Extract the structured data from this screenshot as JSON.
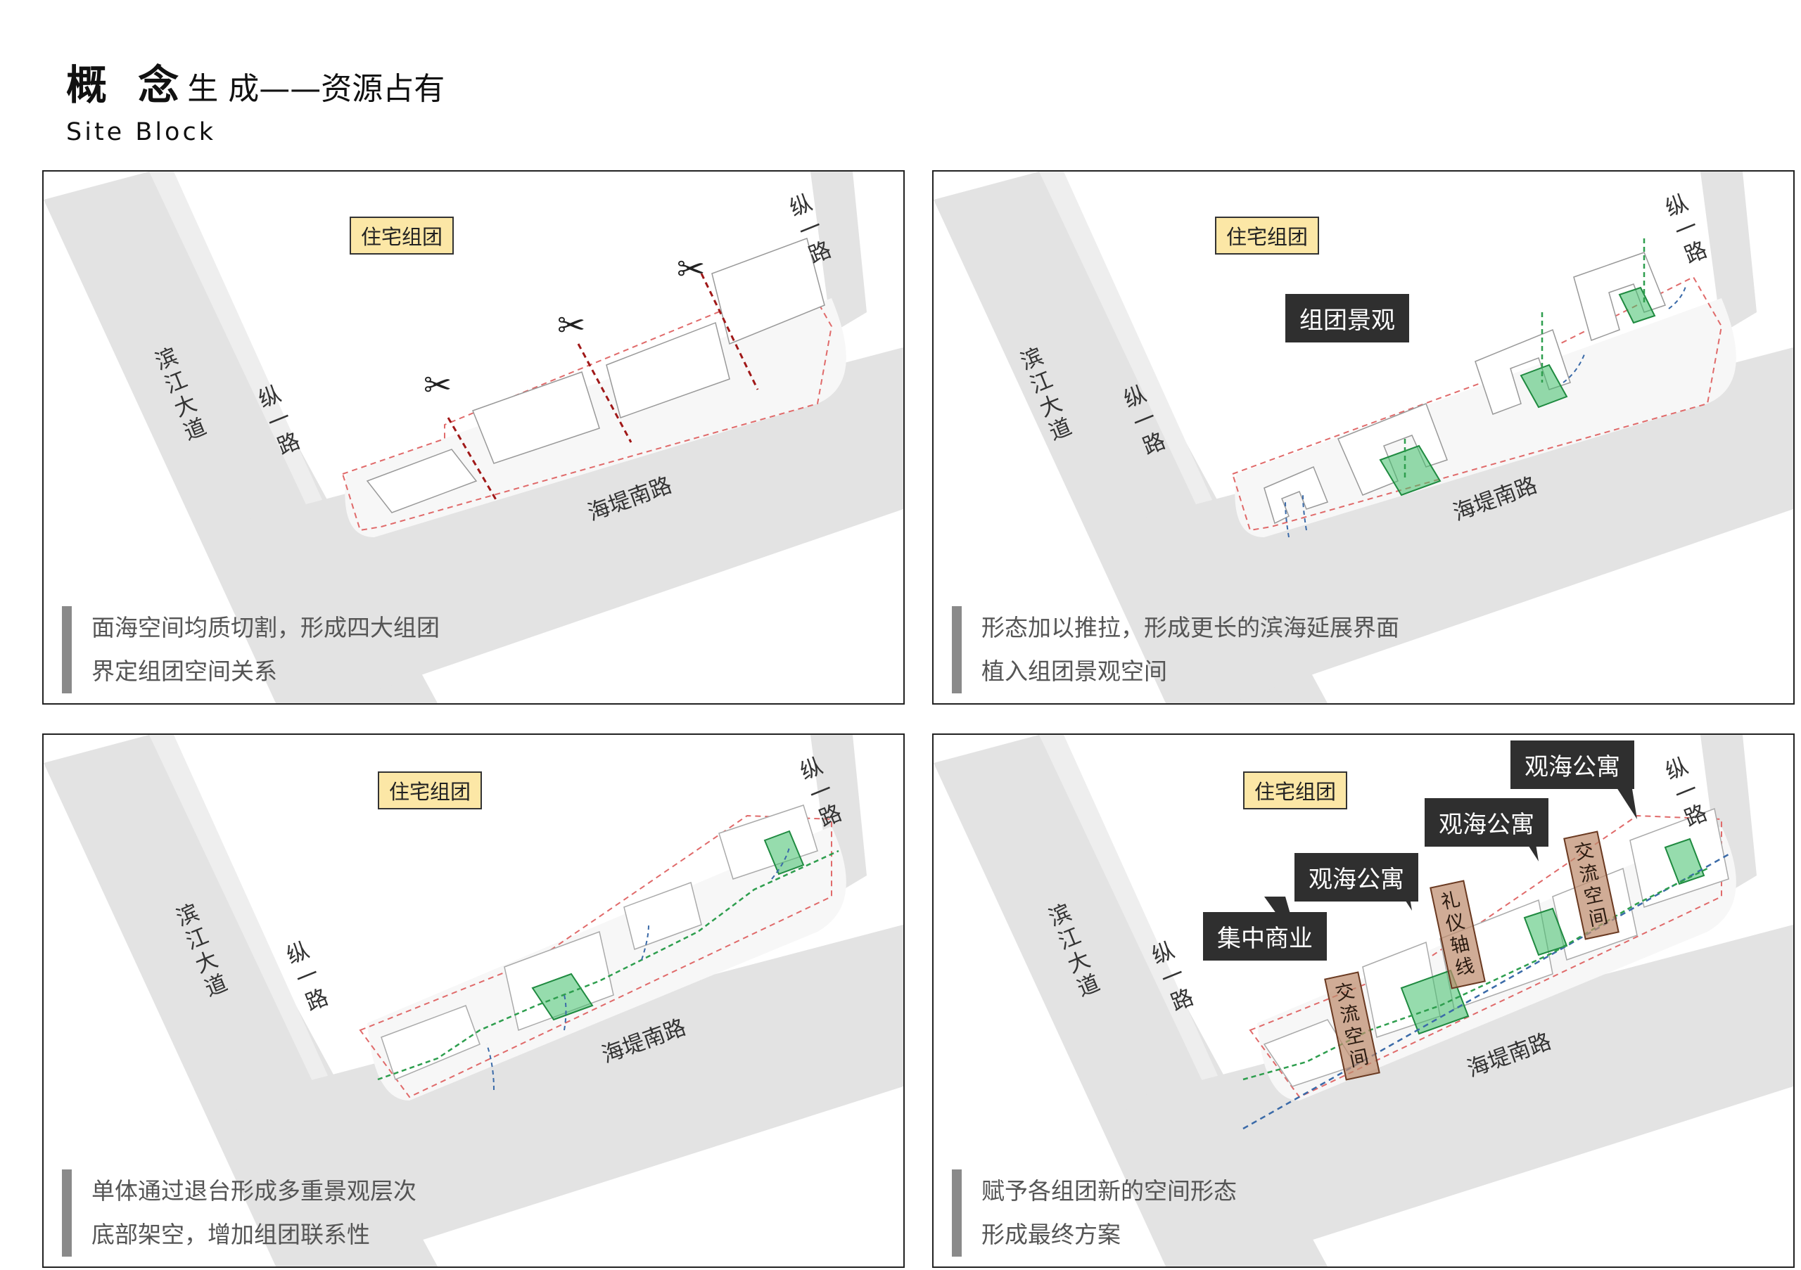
{
  "title": {
    "main_bold": "概 念",
    "main_rest": "生 成——资源占有",
    "subtitle": "Site Block"
  },
  "tag_residential": "住宅组团",
  "roads": {
    "binjiang": "滨江大道",
    "zong_yi": "纵一路",
    "haiti_nan": "海堤南路"
  },
  "scissor_icon": "✂",
  "panels": [
    {
      "caption": [
        "面海空间均质切割，形成四大组团",
        "界定组团空间关系"
      ]
    },
    {
      "caption": [
        "形态加以推拉，形成更长的滨海延展界面",
        "植入组团景观空间"
      ],
      "callout": "组团景观"
    },
    {
      "caption": [
        "单体通过退台形成多重景观层次",
        "底部架空，增加组团联系性"
      ]
    },
    {
      "caption": [
        "赋予各组团新的空间形态",
        "形成最终方案"
      ],
      "callouts": [
        "集中商业",
        "观海公寓",
        "观海公寓",
        "观海公寓"
      ],
      "ribbons": [
        "交流空间",
        "礼仪轴线",
        "交流空间"
      ]
    }
  ],
  "colors": {
    "road": "#e3e3e3",
    "landscape": "#3fbf6a",
    "boundary": "#e06a6a",
    "cut_line": "#a01818",
    "tag_fill": "#fce7a6",
    "callout": "#2f2f2f",
    "flow_blue": "#3a6aa8",
    "flow_green": "#2e9e4e"
  }
}
